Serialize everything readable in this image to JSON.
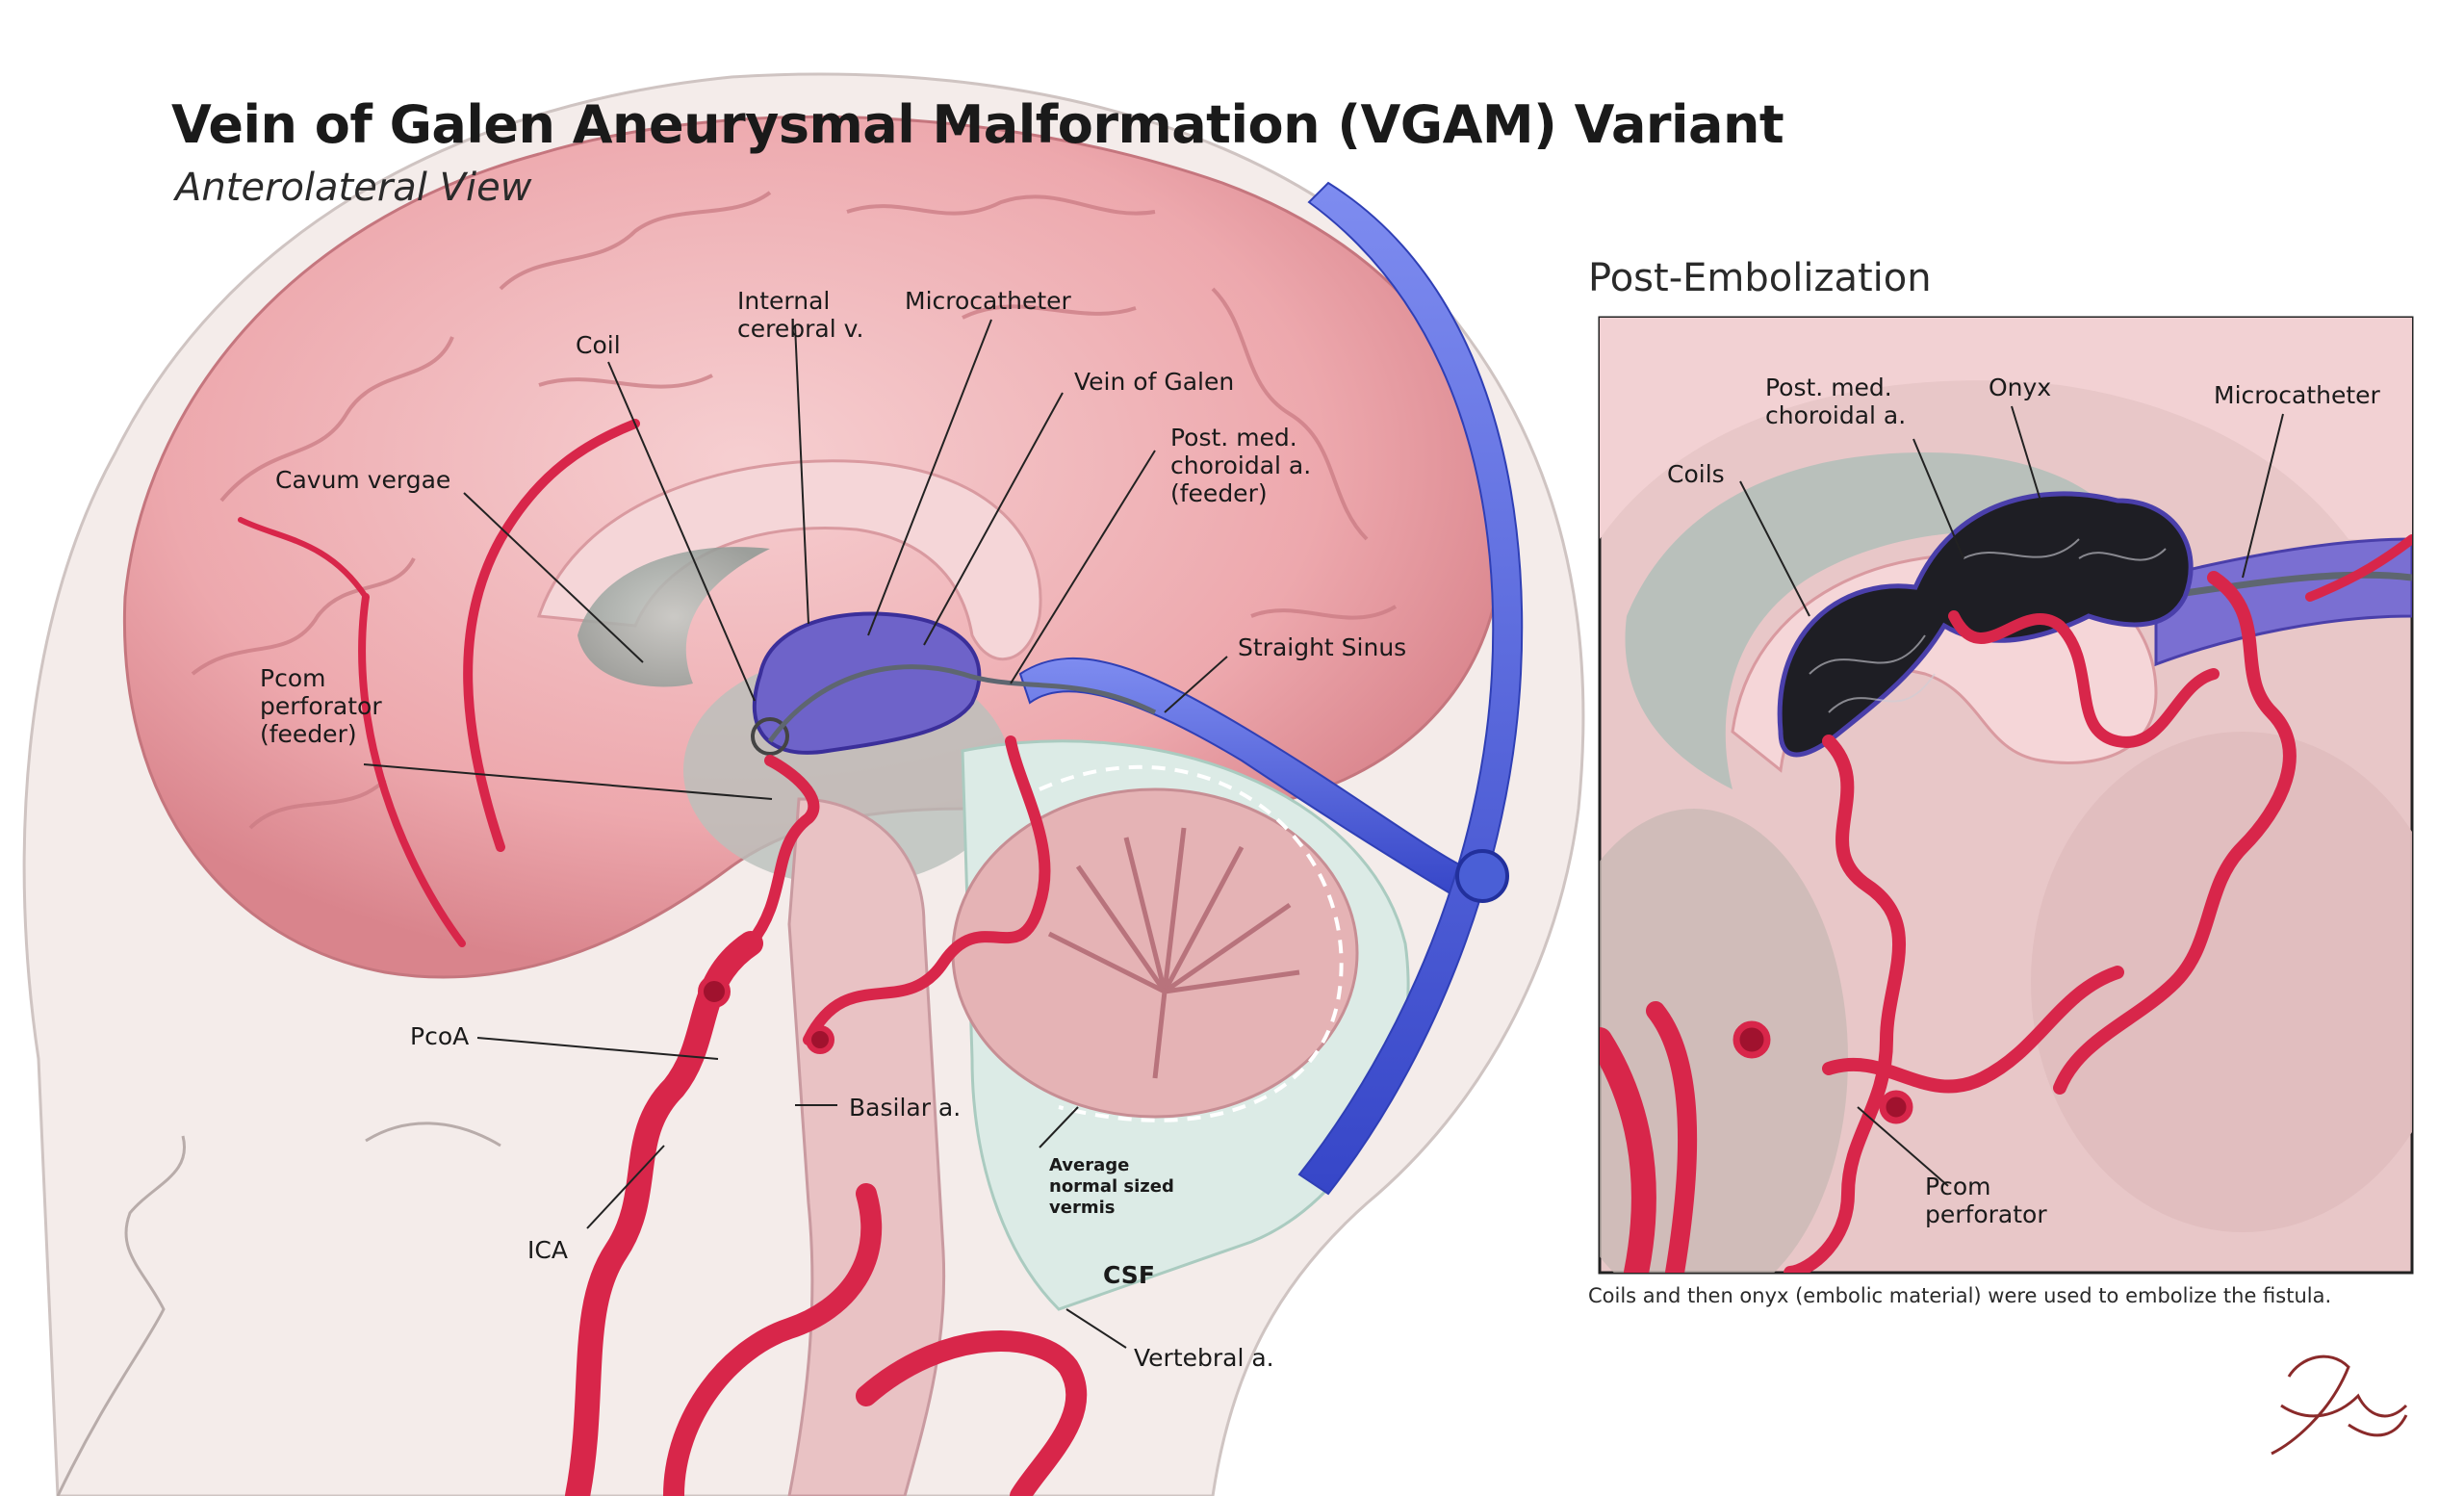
{
  "title": "Vein of Galen Aneurysmal Malformation (VGAM) Variant",
  "subtitle": "Anterolateral View",
  "main_labels": {
    "coil": "Coil",
    "internal_cerebral_v": "Internal\ncerebral v.",
    "microcatheter": "Microcatheter",
    "vein_of_galen": "Vein of Galen",
    "cavum_vergae": "Cavum vergae",
    "post_med_choroidal": "Post. med.\nchoroidal a.\n(feeder)",
    "straight_sinus": "Straight Sinus",
    "pcom_perforator_feeder": "Pcom\nperforator\n(feeder)",
    "pcoa": "PcoA",
    "basilar": "Basilar a.",
    "ica": "ICA",
    "average_vermis": "Average\nnormal sized\nvermis",
    "csf": "CSF",
    "vertebral": "Vertebral a."
  },
  "inset": {
    "title": "Post-Embolization",
    "labels": {
      "post_med_choroidal": "Post. med.\nchoroidal a.",
      "onyx": "Onyx",
      "microcatheter": "Microcatheter",
      "coils": "Coils",
      "pcom_perforator": "Pcom\nperforator"
    },
    "caption": "Coils and then onyx (embolic material) were used to embolize the fistula."
  },
  "colors": {
    "artery": "#d8264a",
    "vein": "#4a5fd6",
    "brain": "#efb2b6",
    "skin": "#f4ecea",
    "csf": "#dcebe6",
    "embolic": "#1e1e24"
  }
}
